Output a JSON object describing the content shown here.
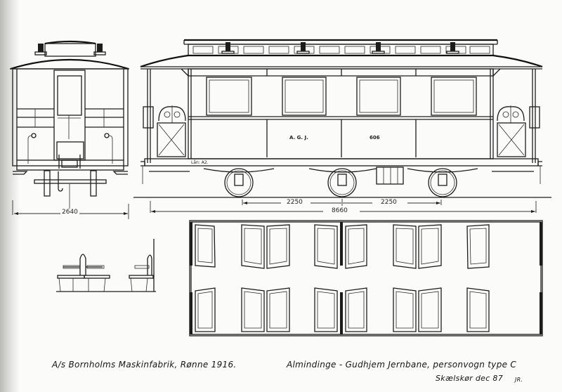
{
  "drawing": {
    "title": "Almindinge - Gudhjem Jernbane, personvogn type C",
    "views": [
      "end-elevation",
      "side-elevation",
      "seat-section",
      "floor-plan"
    ]
  },
  "side_elevation": {
    "car_lettering": "A. G. J.",
    "car_number": "606",
    "underframe_label": "Lån: A2.",
    "windows_count": 4,
    "clerestory_lights_count": 12,
    "lamp_tops_count": 4
  },
  "dimensions": {
    "end_width": "2640",
    "wheelbase_left": "2250",
    "wheelbase_right": "2250",
    "overall_length": "8660"
  },
  "captions": {
    "builder": "A/s Bornholms Maskinfabrik, Rønne 1916.",
    "title": "Almindinge - Gudhjem Jernbane, personvogn type C",
    "signature": "Skælskør dec 87",
    "initials": "JR."
  },
  "colors": {
    "paper": "#fbfbfa",
    "ink": "#1c1c1c",
    "scan_shadow": "#b9b9b6"
  }
}
